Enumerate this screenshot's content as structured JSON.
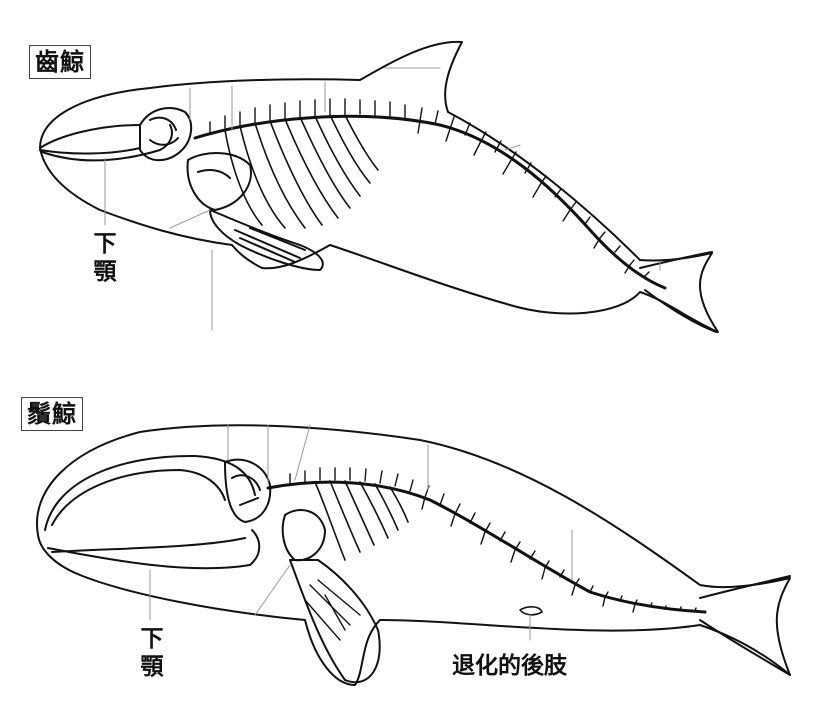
{
  "toothed_whale": {
    "title": "齒鯨",
    "jaw_label": "下顎"
  },
  "baleen_whale": {
    "title": "鬚鯨",
    "jaw_label": "下顎",
    "hind_limb_label": "退化的後肢"
  },
  "colors": {
    "line": "#111111",
    "guide": "#9a9a9a",
    "background": "#ffffff"
  }
}
